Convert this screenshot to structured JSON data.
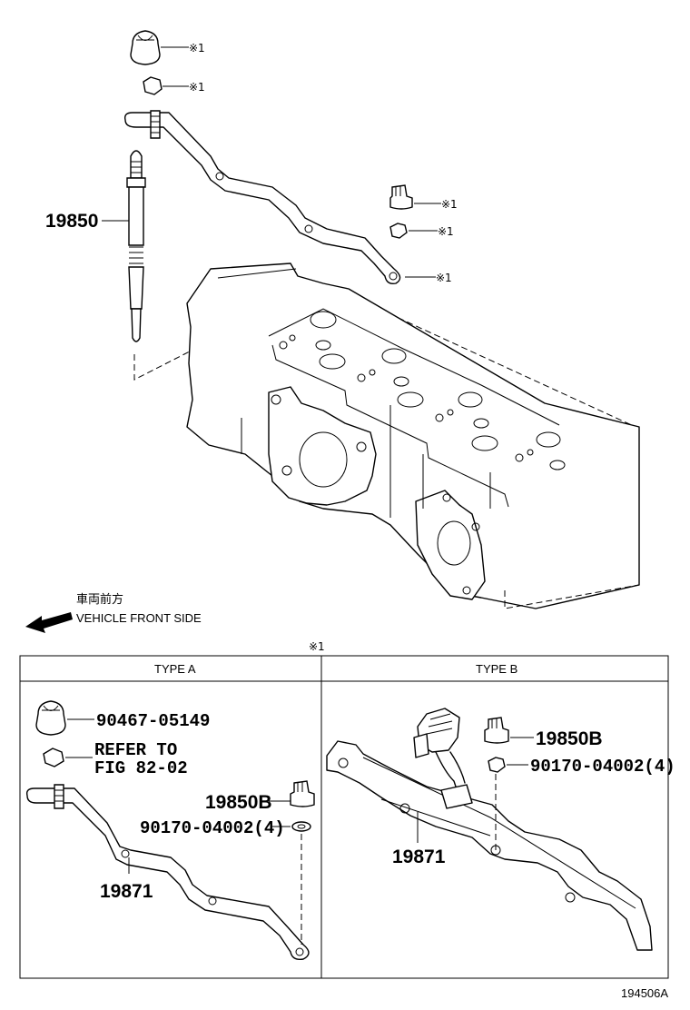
{
  "callouts": {
    "glow_plug": "19850",
    "mark": "※1"
  },
  "direction": {
    "label_jp": "車両前方",
    "label_en": "VEHICLE FRONT SIDE"
  },
  "legend": {
    "title": "※1",
    "type_a": {
      "header": "TYPE A",
      "parts": {
        "cap": "90467-05149",
        "refer_line1": "REFER TO",
        "refer_line2": "FIG 82-02",
        "terminal": "19850B",
        "nut": "90170-04002(4)",
        "bar": "19871"
      }
    },
    "type_b": {
      "header": "TYPE B",
      "parts": {
        "terminal": "19850B",
        "nut": "90170-04002(4)",
        "bar": "19871"
      }
    }
  },
  "figure_id": "194506A"
}
